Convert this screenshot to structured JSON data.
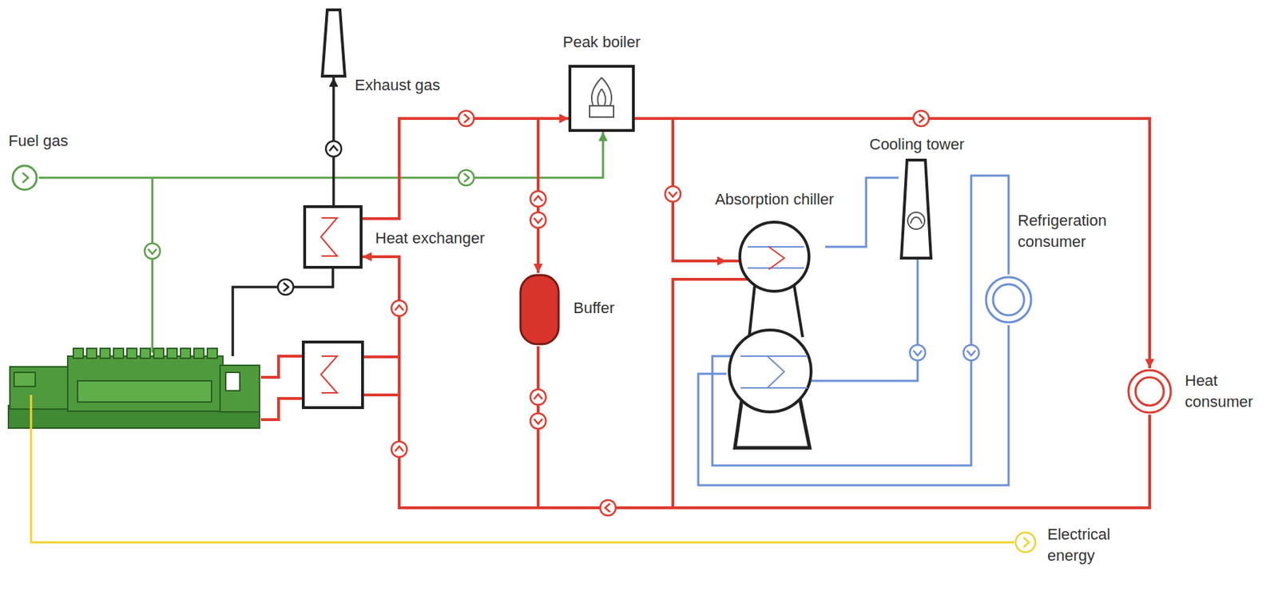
{
  "diagram": {
    "nodes": [
      {
        "text": [
          "Fuel gas"
        ]
      },
      {
        "text": [
          "Exhaust gas"
        ]
      },
      {
        "text": [
          "Peak boiler"
        ]
      },
      {
        "text": [
          "Heat exchanger"
        ]
      },
      {
        "text": [
          "Buffer"
        ]
      },
      {
        "text": [
          "Absorption chiller"
        ]
      },
      {
        "text": [
          "Cooling tower"
        ]
      },
      {
        "text": [
          "Refrigeration consumer"
        ]
      },
      {
        "text": [
          "Heat consumer"
        ]
      },
      {
        "text": [
          "Electrical energy"
        ]
      }
    ],
    "edges": [
      {
        "from": 0,
        "to": 2,
        "arrow": "to"
      },
      {
        "from": 3,
        "to": 1,
        "arrow": "to"
      },
      {
        "from": 3,
        "to": 2,
        "arrow": "to"
      },
      {
        "from": 4,
        "to": 2,
        "arrow": "both"
      },
      {
        "from": 2,
        "to": 8,
        "arrow": "to"
      },
      {
        "from": 2,
        "to": 5,
        "arrow": "to"
      },
      {
        "from": 5,
        "to": 6,
        "arrow": "none"
      },
      {
        "from": 5,
        "to": 7,
        "arrow": "none"
      },
      {
        "from": 8,
        "to": 3,
        "arrow": "to"
      }
    ]
  }
}
